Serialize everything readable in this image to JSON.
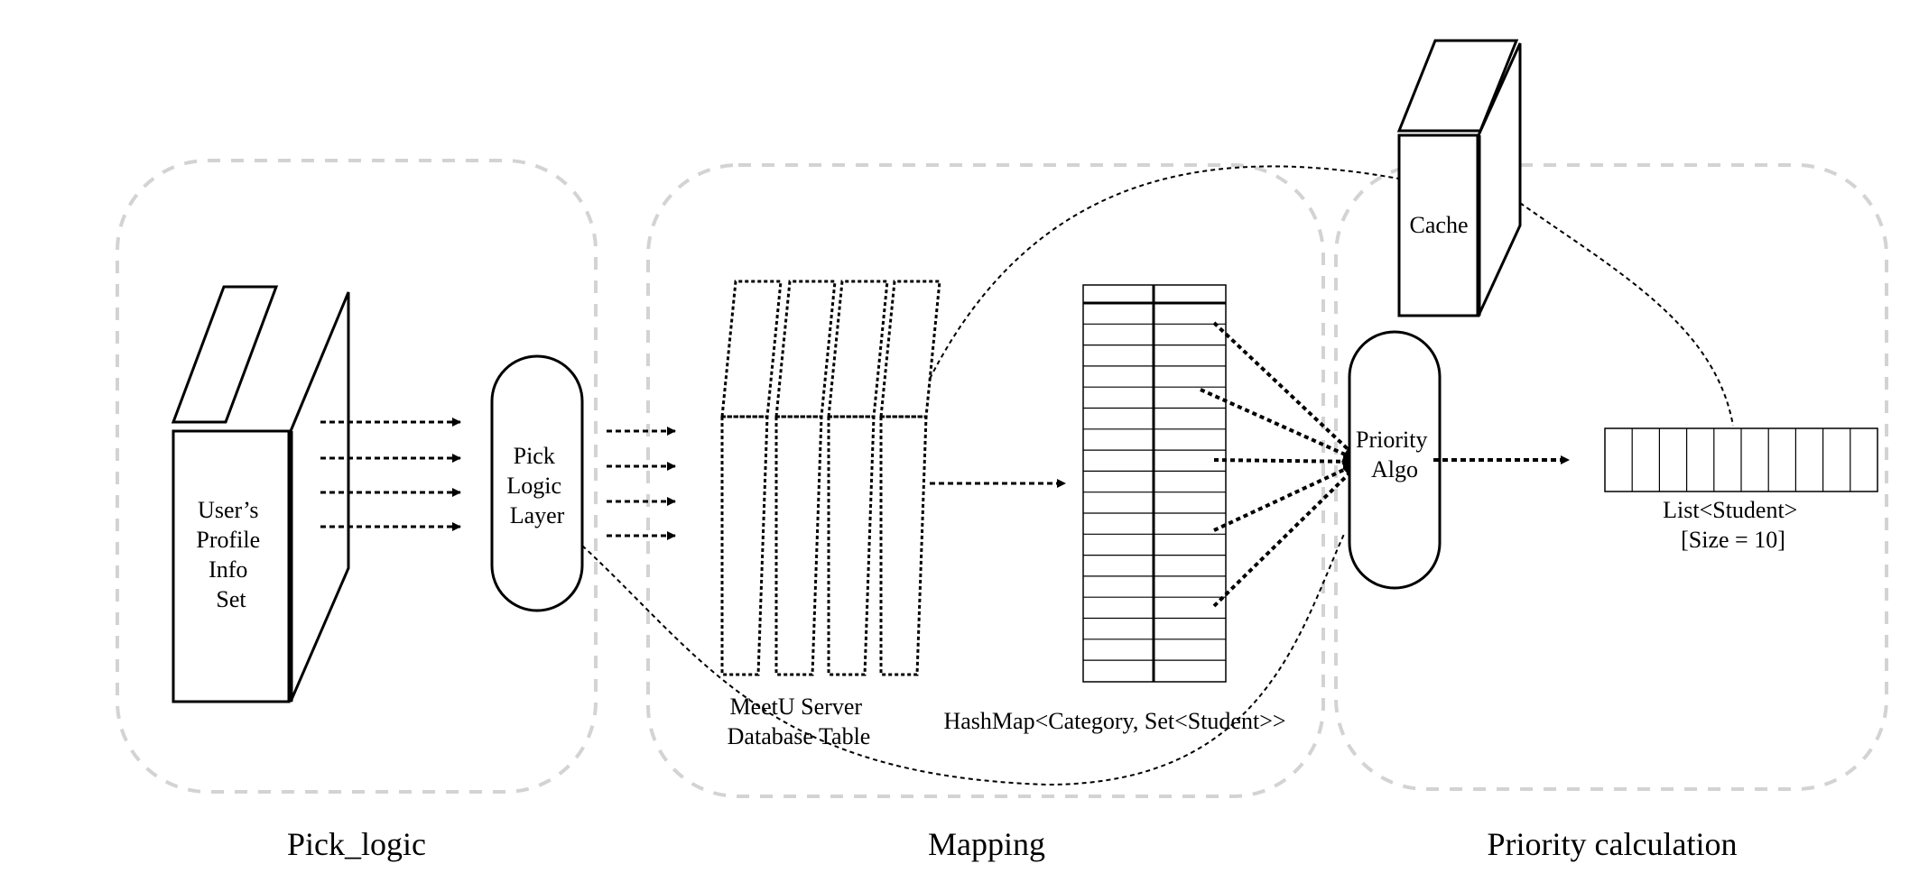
{
  "sections": {
    "pick_logic": "Pick_logic",
    "mapping": "Mapping",
    "priority": "Priority calculation"
  },
  "profile_box": {
    "lines": [
      "User’s",
      "Profile",
      "Info",
      "Set"
    ]
  },
  "pick_layer": {
    "lines": [
      "Pick",
      "Logic",
      "Layer"
    ]
  },
  "database": {
    "lines": [
      "MeetU Server",
      "Database Table"
    ]
  },
  "hashmap": {
    "label": "HashMap<Category, Set<Student>>"
  },
  "cache": {
    "label": "Cache"
  },
  "priority_algo": {
    "lines": [
      "Priority",
      "Algo"
    ]
  },
  "result_list": {
    "lines": [
      "List<Student>",
      "[Size = 10]"
    ],
    "cells": 10
  }
}
